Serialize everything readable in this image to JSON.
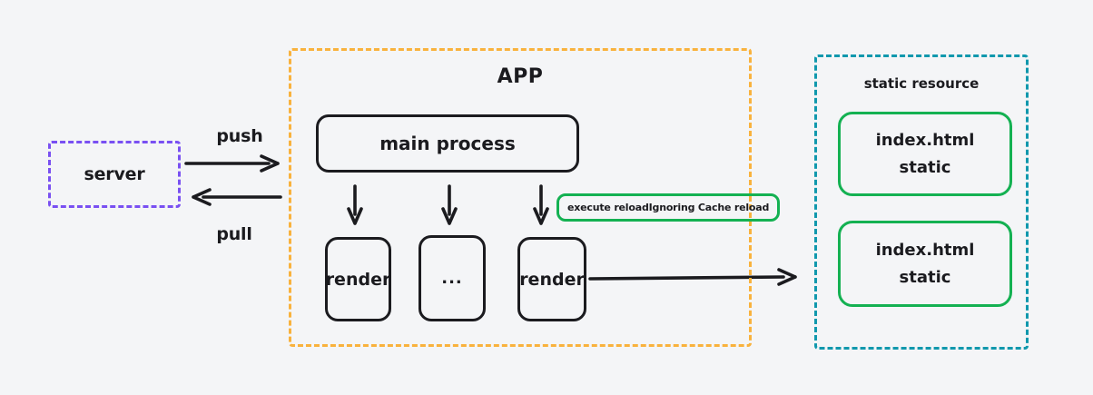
{
  "colors": {
    "background": "#f4f5f7",
    "ink": "#1b1b1f",
    "server_border": "#7950f2",
    "app_border": "#f9b23d",
    "static_border": "#1098ad",
    "green_accent": "#14b152"
  },
  "server": {
    "label": "server"
  },
  "arrows": {
    "push_label": "push",
    "pull_label": "pull"
  },
  "app": {
    "title": "APP",
    "main_process": {
      "label": "main process"
    },
    "render_nodes": [
      {
        "label": "render"
      },
      {
        "label": "..."
      },
      {
        "label": "render"
      }
    ],
    "reload_note": {
      "label": "execute reloadIgnoring Cache reload"
    }
  },
  "static_resource": {
    "title": "static resource",
    "items": [
      {
        "line1": "index.html",
        "line2": "static"
      },
      {
        "line1": "index.html",
        "line2": "static"
      }
    ]
  }
}
